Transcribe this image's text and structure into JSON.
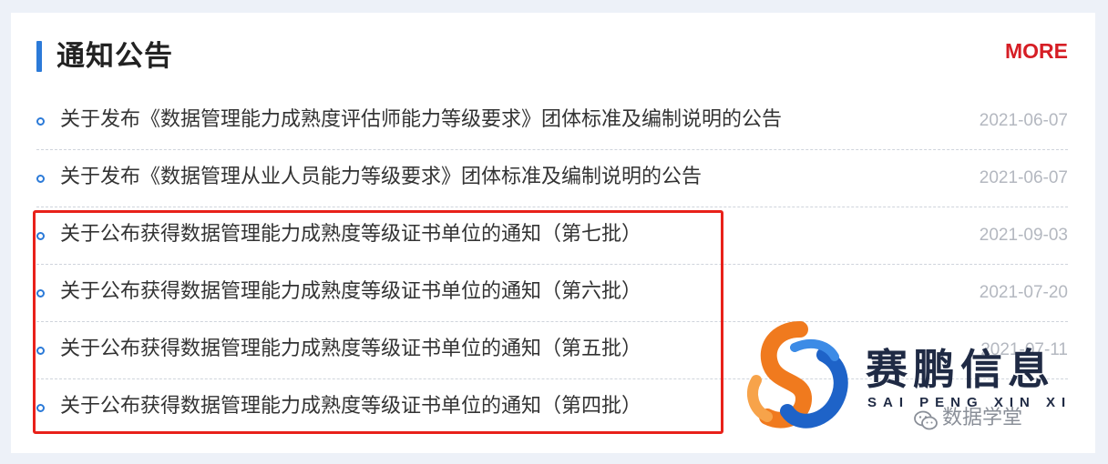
{
  "header": {
    "title": "通知公告",
    "more_label": "MORE"
  },
  "notices": [
    {
      "title": "关于发布《数据管理能力成熟度评估师能力等级要求》团体标准及编制说明的公告",
      "date": "2021-06-07"
    },
    {
      "title": "关于发布《数据管理从业人员能力等级要求》团体标准及编制说明的公告",
      "date": "2021-06-07"
    },
    {
      "title": "关于公布获得数据管理能力成熟度等级证书单位的通知（第七批）",
      "date": "2021-09-03"
    },
    {
      "title": "关于公布获得数据管理能力成熟度等级证书单位的通知（第六批）",
      "date": "2021-07-20"
    },
    {
      "title": "关于公布获得数据管理能力成熟度等级证书单位的通知（第五批）",
      "date": "2021-07-11"
    },
    {
      "title": "关于公布获得数据管理能力成熟度等级证书单位的通知（第四批）",
      "date": ""
    }
  ],
  "watermark": {
    "company_name": "赛鹏信息",
    "company_pinyin": "SAI PENG XIN XI",
    "account": "数据学堂",
    "logo_colors": {
      "orange": "#f07a1e",
      "blue": "#1e63c8",
      "navy": "#1f2a44"
    }
  },
  "colors": {
    "accent": "#2b7ad8",
    "more": "#d61e25",
    "highlight": "#e8211a"
  },
  "icons": [
    "bullet-circle-icon",
    "wechat-icon"
  ]
}
